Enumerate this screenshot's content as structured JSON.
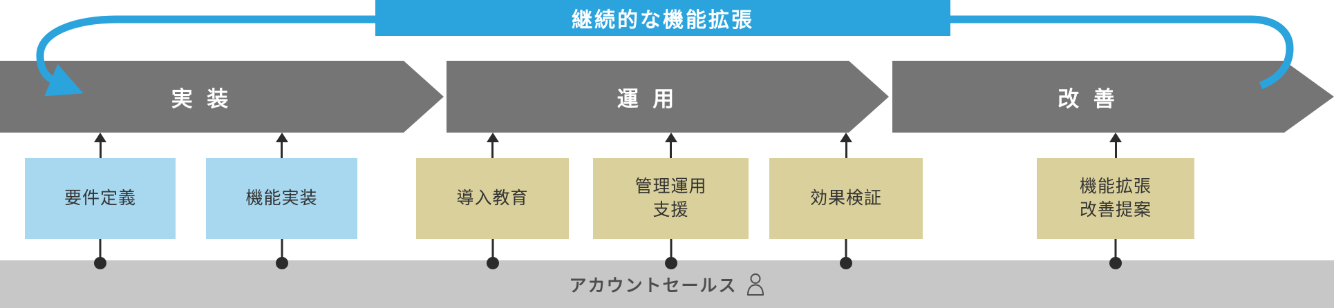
{
  "colors": {
    "accent_blue": "#2BA3DC",
    "phase_gray": "#757575",
    "task_blue": "#A8D8F0",
    "task_tan": "#DAD09B",
    "footer_gray": "#C7C7C7",
    "connector_dark": "#2B2B2B",
    "text_dark": "#333333",
    "footer_text": "#4D4D4D"
  },
  "banner": {
    "label": "継続的な機能拡張"
  },
  "loop_arrow": {
    "description": "loop-back-arrow"
  },
  "phases": [
    {
      "label": "実 装"
    },
    {
      "label": "運 用"
    },
    {
      "label": "改 善"
    }
  ],
  "tasks": [
    {
      "label": "要件定義"
    },
    {
      "label": "機能実装"
    },
    {
      "label": "導入教育"
    },
    {
      "label": "管理運用\n支援"
    },
    {
      "label": "効果検証"
    },
    {
      "label": "機能拡張\n改善提案"
    }
  ],
  "footer": {
    "label": "アカウントセールス",
    "icon": "person-icon"
  }
}
